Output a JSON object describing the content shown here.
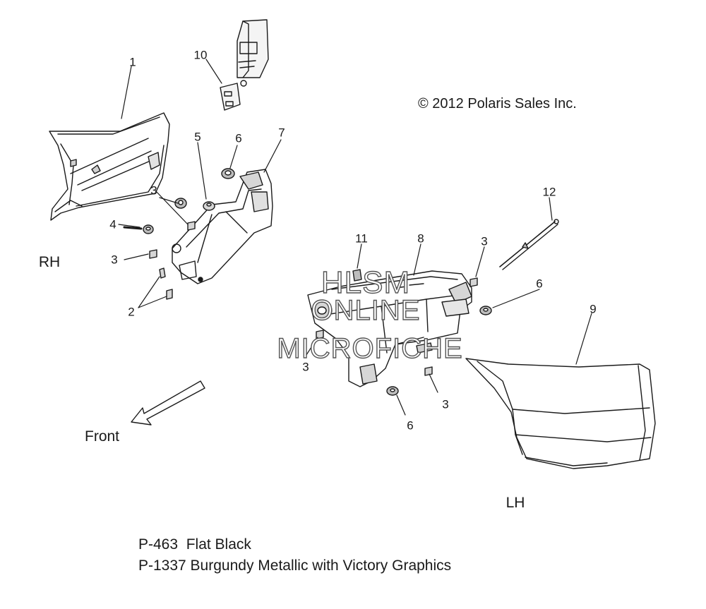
{
  "copyright": "© 2012 Polaris Sales Inc.",
  "sides": {
    "right": "RH",
    "left": "LH"
  },
  "direction_label": "Front",
  "legend": [
    "P-463  Flat Black",
    "P-1337 Burgundy Metallic with Victory Graphics"
  ],
  "watermark": [
    "HLSM",
    "ONLINE",
    "MICROFICHE"
  ],
  "callouts": {
    "c1": "1",
    "c10": "10",
    "c5": "5",
    "c6a": "6",
    "c7": "7",
    "c3a": "3",
    "c4": "4",
    "c3b": "3",
    "c2": "2",
    "c12": "12",
    "c11": "11",
    "c8": "8",
    "c3c": "3",
    "c6b": "6",
    "c9": "9",
    "c3d": "3",
    "c3e": "3",
    "c6c": "6"
  },
  "colors": {
    "line": "#1a1a1a",
    "shade": "#cfcfcf",
    "watermark_stroke": "#555555"
  }
}
